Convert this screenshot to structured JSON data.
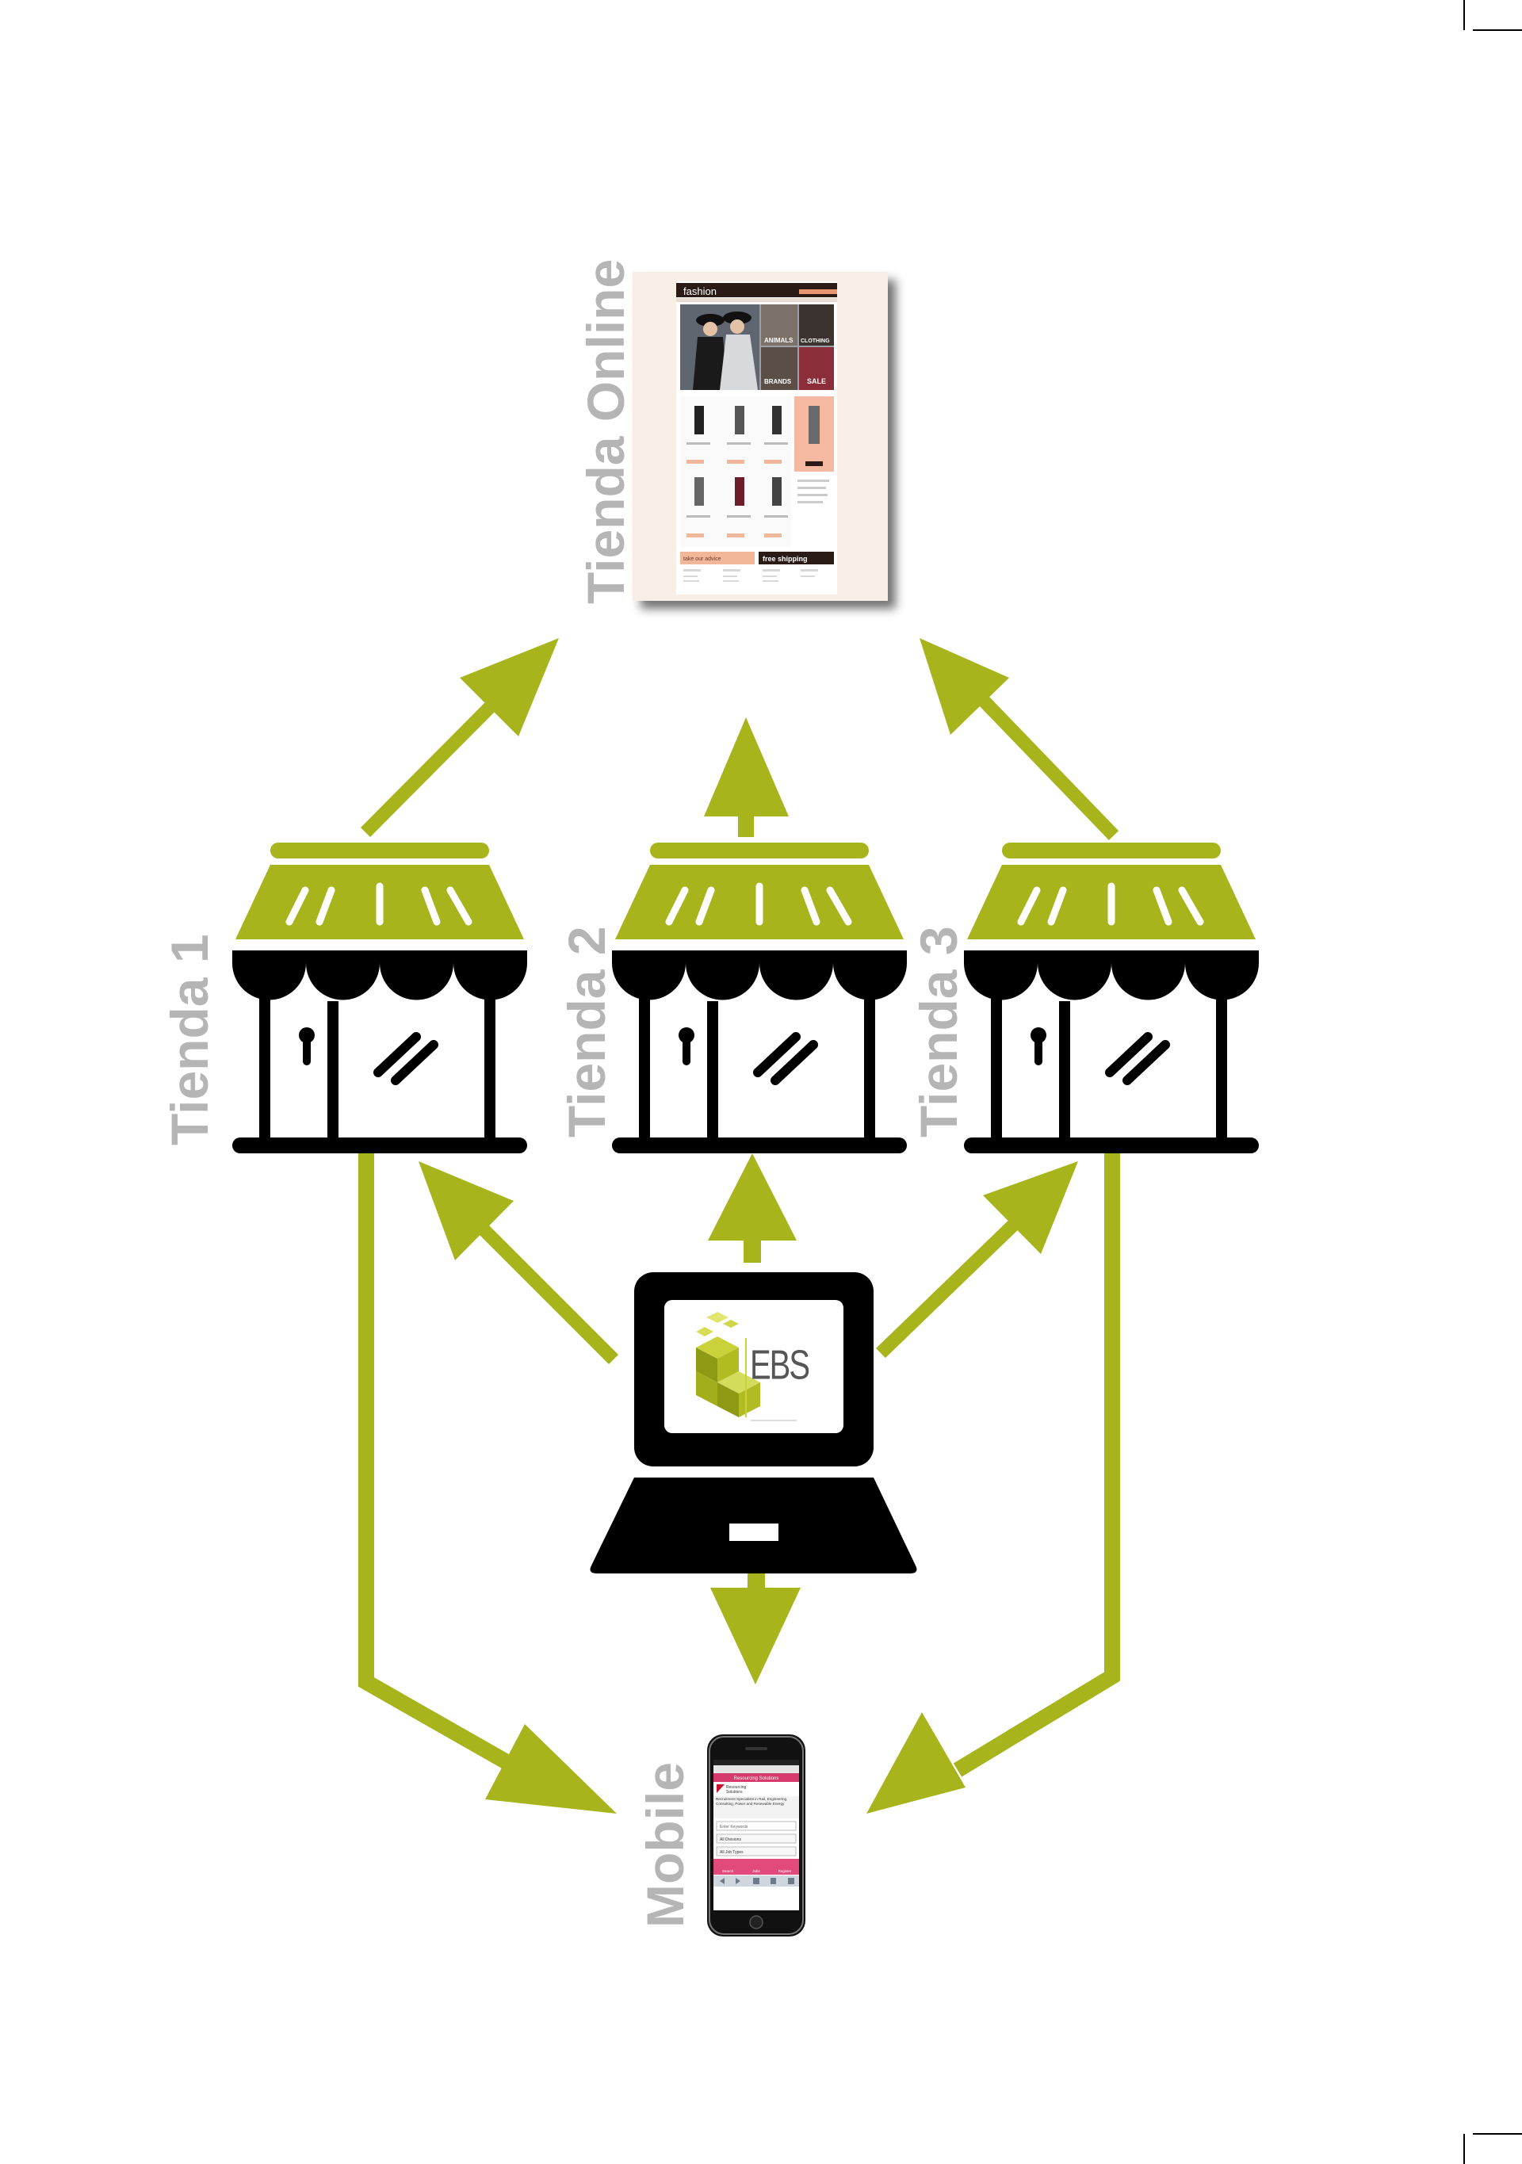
{
  "labels": {
    "online": "Tienda Online",
    "store1": "Tienda 1",
    "store2": "Tienda 2",
    "store3": "Tienda 3",
    "mobile": "Mobile"
  },
  "online_screenshot": {
    "brand": "fashion",
    "promos": [
      "ANIMALS",
      "CLOTHING",
      "BRANDS",
      "SALE"
    ],
    "banner_left": "take our advice",
    "banner_right": "free shipping"
  },
  "laptop_logo": {
    "text": "EBS"
  },
  "mobile_screenshot": {
    "header": "Resourcing Solutions",
    "logo_line1": "Resourcing",
    "logo_line2": "Solutions",
    "description": "Recruitment Specialists in Rail, Engineering, Consulting, Power and Renewable Energy",
    "field1": "Enter Keywords",
    "field2": "All Divisions",
    "field3": "All Job Types",
    "tabs": [
      "Search",
      "Jobs",
      "Register"
    ]
  },
  "colors": {
    "accent": "#a8b41c",
    "ink": "#000000",
    "label_gray": "#b5b5b5"
  }
}
